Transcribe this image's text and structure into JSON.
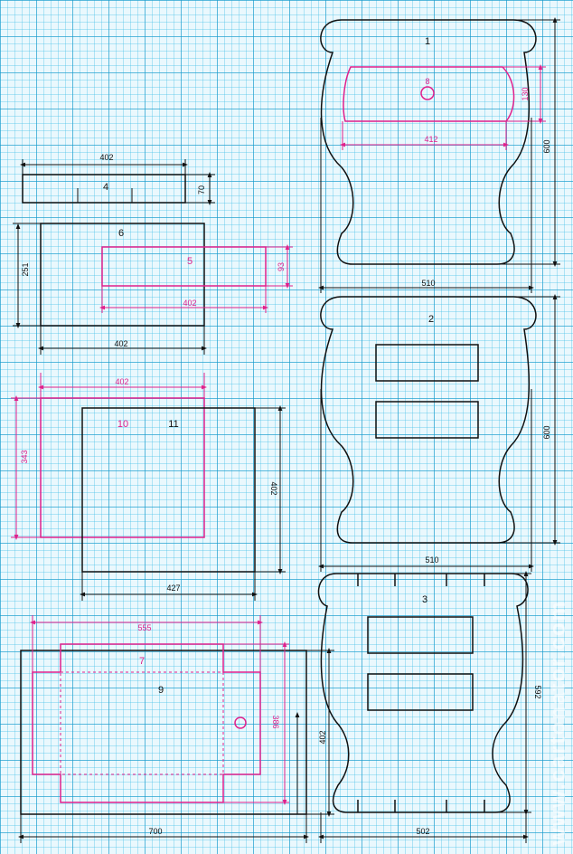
{
  "parts": {
    "p1": "1",
    "p2": "2",
    "p3": "3",
    "p4": "4",
    "p5": "5",
    "p6": "6",
    "p7": "7",
    "p8": "8",
    "p9": "9",
    "p10": "10",
    "p11": "11"
  },
  "dims": {
    "d402_top": "402",
    "d70": "70",
    "d251": "251",
    "d93": "93",
    "d402_pink5": "402",
    "d402_6": "402",
    "d402_pink10": "402",
    "d343": "343",
    "d402_11v": "402",
    "d427": "427",
    "d555": "555",
    "d386": "386",
    "d402_9v": "402",
    "d700": "700",
    "d412": "412",
    "d130": "130",
    "d600_1": "600",
    "d510_1": "510",
    "d600_2": "600",
    "d510_2": "510",
    "d592": "592",
    "d502": "502"
  },
  "watermark": "www.cartonator.com"
}
